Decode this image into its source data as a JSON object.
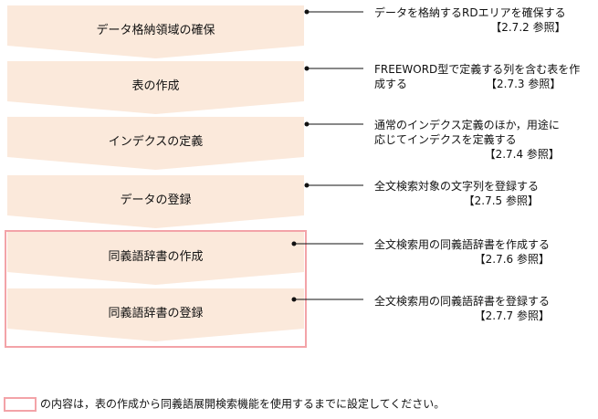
{
  "steps": [
    {
      "label": "データ格納領域の確保",
      "note_lines": [
        "データを格納するRDエリアを確保する"
      ],
      "ref": "【2.7.2 参照】"
    },
    {
      "label": "表の作成",
      "note_lines": [
        "FREEWORD型で定義する列を含む表を作",
        "成する"
      ],
      "ref": "【2.7.3 参照】"
    },
    {
      "label": "インデクスの定義",
      "note_lines": [
        "通常のインデクス定義のほか，用途に",
        "応じてインデクスを定義する"
      ],
      "ref": "【2.7.4 参照】"
    },
    {
      "label": "データの登録",
      "note_lines": [
        "全文検索対象の文字列を登録する"
      ],
      "ref": "【2.7.5 参照】"
    },
    {
      "label": "同義語辞書の作成",
      "note_lines": [
        "全文検索用の同義語辞書を作成する"
      ],
      "ref": "【2.7.6 参照】"
    },
    {
      "label": "同義語辞書の登録",
      "note_lines": [
        "全文検索用の同義語辞書を登録する"
      ],
      "ref": "【2.7.7 参照】"
    }
  ],
  "legend_text": "の内容は，表の作成から同義語展開検索機能を使用するまでに設定してください。",
  "colors": {
    "step_fill": "#fbe9db",
    "highlight_border": "#f3a3a8",
    "connector": "#111111"
  }
}
